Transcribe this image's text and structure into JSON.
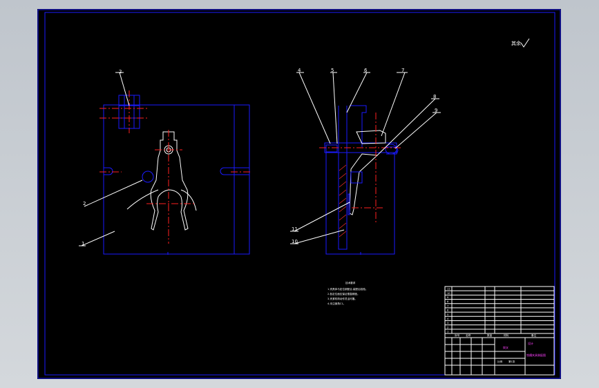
{
  "drawing": {
    "roughness_mark": "其余",
    "views": {
      "front": {
        "balloons": [
          {
            "id": "label-2-top",
            "text": "2"
          },
          {
            "id": "label-2-left",
            "text": "2"
          },
          {
            "id": "label-1",
            "text": "1"
          }
        ]
      },
      "side": {
        "balloons": [
          {
            "id": "label-4",
            "text": "4"
          },
          {
            "id": "label-5",
            "text": "5"
          },
          {
            "id": "label-6",
            "text": "6"
          },
          {
            "id": "label-7",
            "text": "7"
          },
          {
            "id": "label-8",
            "text": "8"
          },
          {
            "id": "label-9",
            "text": "9"
          },
          {
            "id": "label-11",
            "text": "11"
          },
          {
            "id": "label-10",
            "text": "10"
          }
        ]
      }
    },
    "notes": {
      "title": "技术要求",
      "lines": [
        "1.夹具体与定位销配合,装配后检验。",
        "2.各定位面应保证垂直精度。",
        "3.夹紧机构动作灵活可靠。",
        "4.未注倒角C1。"
      ]
    },
    "title_block": {
      "rows": [
        "11",
        "10",
        "9",
        "8",
        "7",
        "6",
        "5",
        "4",
        "3",
        "2",
        "1"
      ],
      "header_labels": [
        "序号",
        "名称",
        "数量",
        "材料",
        "备注"
      ],
      "part_title": "拨叉",
      "drawing_name": "铣槽夹具装配图",
      "company": "设计",
      "footer": [
        "比例",
        "第1张"
      ]
    },
    "colors": {
      "background": "#000000",
      "outline": "#1a1aff",
      "centerline": "#ff2020",
      "part": "#ffffff",
      "leader": "#ffffff",
      "table_text": "#00e0ff"
    }
  }
}
